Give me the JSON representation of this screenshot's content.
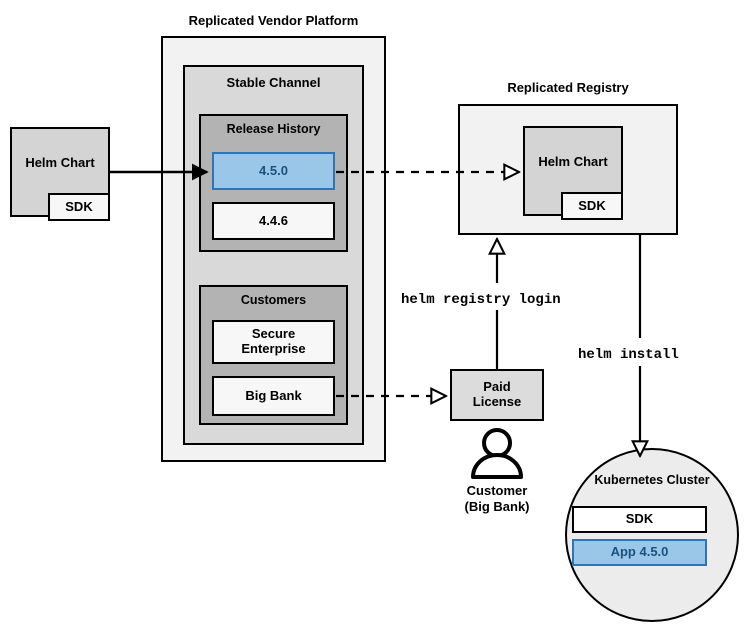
{
  "diagram": {
    "title_vendor_platform": "Replicated Vendor Platform",
    "title_registry": "Replicated Registry",
    "colors": {
      "accent_blue_fill": "#9ac7e8",
      "accent_blue_border": "#2e75b6",
      "accent_blue_text": "#19517f",
      "platform_fill": "#f2f2f2",
      "channel_fill": "#d9d9d9",
      "group_fill": "#b3b3b3",
      "stroke": "#000000",
      "cluster_fill": "#ececec"
    }
  },
  "source_chart": {
    "label": "Helm Chart",
    "sdk_label": "SDK"
  },
  "platform": {
    "label": "Replicated Vendor Platform",
    "channel": {
      "label": "Stable Channel",
      "release_history": {
        "label": "Release History",
        "releases": [
          {
            "version": "4.5.0",
            "highlighted": true
          },
          {
            "version": "4.4.6",
            "highlighted": false
          }
        ]
      },
      "customers": {
        "label": "Customers",
        "items": [
          {
            "name": "Secure\nEnterprise",
            "line1": "Secure",
            "line2": "Enterprise"
          },
          {
            "name": "Big Bank",
            "line1": "Big Bank",
            "line2": ""
          }
        ]
      }
    }
  },
  "registry": {
    "label": "Replicated Registry",
    "chart": {
      "label": "Helm Chart",
      "sdk_label": "SDK"
    }
  },
  "license": {
    "line1": "Paid",
    "line2": "License"
  },
  "customer_actor": {
    "icon": "person-icon",
    "line1": "Customer",
    "line2": "(Big Bank)"
  },
  "commands": {
    "registry_login": "helm registry login",
    "install": "helm install"
  },
  "cluster": {
    "label": "Kubernetes Cluster",
    "components": [
      {
        "label": "SDK",
        "highlighted": false
      },
      {
        "label": "App 4.5.0",
        "highlighted": true
      }
    ]
  }
}
